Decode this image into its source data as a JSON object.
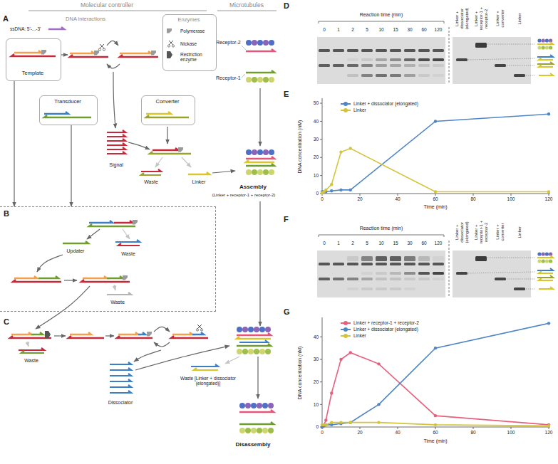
{
  "diagram": {
    "nodes": [
      {
        "text": [
          "Template"
        ]
      },
      {
        "text": [
          "Enzymes",
          "Polymerase",
          "Nickase",
          "Restriction enzyme"
        ]
      },
      {
        "text": [
          "Transducer"
        ]
      },
      {
        "text": [
          "Converter"
        ]
      },
      {
        "text": [
          "Updater",
          "Waste",
          "Waste"
        ]
      }
    ],
    "edges": [
      {
        "from": 0,
        "to": 4,
        "arrow": "to"
      },
      {
        "from": 2,
        "to": 4,
        "arrow": "to"
      }
    ],
    "labels": [
      "A",
      "Molecular controller",
      "Microtubules",
      "DNA interactions",
      "ssDNA: 5'-...-3'",
      "Signal",
      "Waste",
      "Linker",
      "Receptor-2",
      "Receptor-1",
      "Assembly",
      "(Linker + receptor-1 + receptor-2)",
      "B",
      "C",
      "Waste",
      "Dissociator",
      "Waste [Linker + dissociator (elongated)]",
      "Disassembly",
      "D",
      "Reaction time (min)",
      "0",
      "1",
      "2",
      "5",
      "10",
      "15",
      "30",
      "60",
      "120",
      "Linker + dissociator (elongated)",
      "Linker + receptor-1 + receptor-2",
      "Linker + converter",
      "Linker",
      "E",
      "0",
      "10",
      "20",
      "30",
      "40",
      "50",
      "0",
      "20",
      "40",
      "60",
      "80",
      "100",
      "120",
      "DNA concentration (nM)",
      "Time (min)",
      "F",
      "Reaction time (min)",
      "0",
      "1",
      "2",
      "5",
      "10",
      "15",
      "30",
      "60",
      "120",
      "Linker + dissociator (elongated)",
      "Linker + receptor-1 + receptor-2",
      "Linker + converter",
      "Linker",
      "G",
      "0",
      "10",
      "20",
      "30",
      "40",
      "0",
      "20",
      "40",
      "60",
      "80",
      "100",
      "120",
      "DNA concentration (nM)",
      "Time (min)"
    ],
    "legend": [
      {
        "text": "Linker + dissociator (elongated)",
        "color": "#4f86c6"
      },
      {
        "text": "Linker",
        "color": "#d4c43c"
      },
      {
        "text": "Linker + receptor-1 + receptor-2",
        "color": "#e8607e"
      },
      {
        "text": "Linker + dissociator (elongated)",
        "color": "#4f86c6"
      },
      {
        "text": "Linker",
        "color": "#d4c43c"
      }
    ]
  }
}
